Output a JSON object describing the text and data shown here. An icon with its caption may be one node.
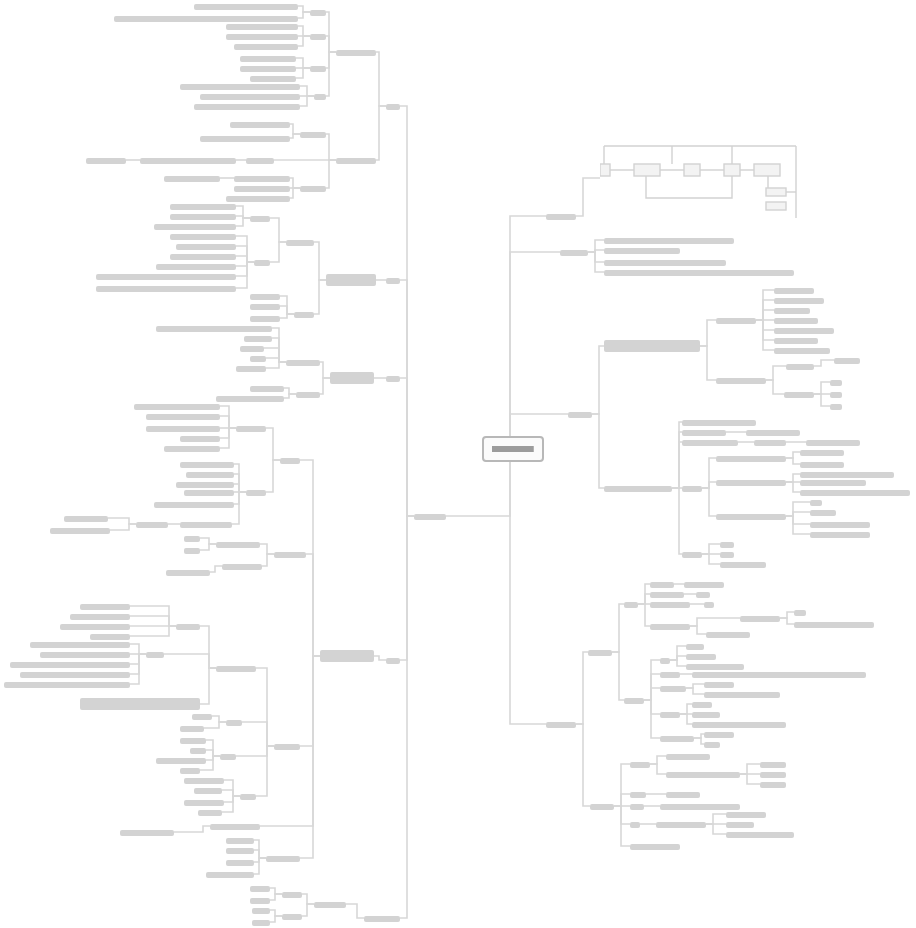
{
  "diagram": {
    "nodes": [
      {
        "text": [],
        "shape": "box"
      },
      {
        "text": [],
        "shape": "bar"
      },
      {
        "text": [],
        "shape": "picture"
      },
      {
        "text": [],
        "shape": "bar"
      },
      {
        "text": [],
        "shape": "bar"
      },
      {
        "text": [],
        "shape": "bar"
      },
      {
        "text": [],
        "shape": "bar"
      },
      {
        "text": [],
        "shape": "bar"
      },
      {
        "text": [],
        "shape": "bar"
      },
      {
        "text": [],
        "shape": "bar"
      },
      {
        "text": [],
        "shape": "bar"
      },
      {
        "text": [],
        "shape": "bar"
      },
      {
        "text": [],
        "shape": "bar"
      },
      {
        "text": [],
        "shape": "bar"
      },
      {
        "text": [],
        "shape": "bar"
      },
      {
        "text": [],
        "shape": "bar"
      },
      {
        "text": [],
        "shape": "bar"
      },
      {
        "text": [],
        "shape": "bar"
      },
      {
        "text": [],
        "shape": "bar"
      },
      {
        "text": [],
        "shape": "bar"
      },
      {
        "text": [],
        "shape": "bar"
      },
      {
        "text": [],
        "shape": "bar"
      },
      {
        "text": [],
        "shape": "bar"
      },
      {
        "text": [],
        "shape": "bar"
      },
      {
        "text": [],
        "shape": "bar"
      },
      {
        "text": [],
        "shape": "bar"
      },
      {
        "text": [],
        "shape": "bar"
      },
      {
        "text": [],
        "shape": "bar"
      },
      {
        "text": [],
        "shape": "bar"
      },
      {
        "text": [],
        "shape": "bar"
      },
      {
        "text": [],
        "shape": "bar"
      },
      {
        "text": [],
        "shape": "bar"
      },
      {
        "text": [],
        "shape": "bar"
      },
      {
        "text": [],
        "shape": "bar"
      },
      {
        "text": [],
        "shape": "bar"
      },
      {
        "text": [],
        "shape": "bar"
      },
      {
        "text": [],
        "shape": "bar"
      },
      {
        "text": [],
        "shape": "bar"
      },
      {
        "text": [],
        "shape": "bar"
      },
      {
        "text": [],
        "shape": "bar"
      },
      {
        "text": [],
        "shape": "bar"
      },
      {
        "text": [],
        "shape": "bar"
      },
      {
        "text": [],
        "shape": "bar"
      },
      {
        "text": [],
        "shape": "bar"
      },
      {
        "text": [],
        "shape": "bar"
      },
      {
        "text": [],
        "shape": "bar"
      },
      {
        "text": [],
        "shape": "bar"
      },
      {
        "text": [],
        "shape": "bar"
      },
      {
        "text": [],
        "shape": "bar"
      },
      {
        "text": [],
        "shape": "bar"
      },
      {
        "text": [],
        "shape": "bar"
      },
      {
        "text": [],
        "shape": "bar"
      },
      {
        "text": [],
        "shape": "bar"
      },
      {
        "text": [],
        "shape": "bar"
      },
      {
        "text": [],
        "shape": "bar"
      },
      {
        "text": [],
        "shape": "bar"
      },
      {
        "text": [],
        "shape": "bar"
      },
      {
        "text": [],
        "shape": "bar"
      },
      {
        "text": [],
        "shape": "bar"
      },
      {
        "text": [],
        "shape": "bar"
      },
      {
        "text": [],
        "shape": "bar"
      },
      {
        "text": [],
        "shape": "bar"
      },
      {
        "text": [],
        "shape": "bar"
      },
      {
        "text": [],
        "shape": "bar"
      },
      {
        "text": [],
        "shape": "bar"
      },
      {
        "text": [],
        "shape": "bar"
      },
      {
        "text": [],
        "shape": "bar"
      },
      {
        "text": [],
        "shape": "bar"
      },
      {
        "text": [],
        "shape": "bar"
      },
      {
        "text": [],
        "shape": "bar"
      },
      {
        "text": [],
        "shape": "bar"
      },
      {
        "text": [],
        "shape": "bar"
      },
      {
        "text": [],
        "shape": "bar"
      },
      {
        "text": [],
        "shape": "bar"
      },
      {
        "text": [],
        "shape": "bar"
      },
      {
        "text": [],
        "shape": "bar"
      },
      {
        "text": [],
        "shape": "bar"
      },
      {
        "text": [],
        "shape": "bar"
      },
      {
        "text": [],
        "shape": "bar"
      },
      {
        "text": [],
        "shape": "bar"
      },
      {
        "text": [],
        "shape": "bar"
      },
      {
        "text": [],
        "shape": "bar"
      },
      {
        "text": [],
        "shape": "bar"
      },
      {
        "text": [],
        "shape": "bar"
      },
      {
        "text": [],
        "shape": "bar"
      },
      {
        "text": [],
        "shape": "bar"
      },
      {
        "text": [],
        "shape": "bar"
      },
      {
        "text": [],
        "shape": "bar"
      },
      {
        "text": [],
        "shape": "bar"
      },
      {
        "text": [],
        "shape": "bar"
      },
      {
        "text": [],
        "shape": "bar"
      },
      {
        "text": [],
        "shape": "bar"
      },
      {
        "text": [],
        "shape": "bar"
      },
      {
        "text": [],
        "shape": "bar"
      },
      {
        "text": [],
        "shape": "bar"
      },
      {
        "text": [],
        "shape": "bar"
      },
      {
        "text": [],
        "shape": "bar"
      },
      {
        "text": [],
        "shape": "bar"
      },
      {
        "text": [],
        "shape": "bar"
      },
      {
        "text": [],
        "shape": "bar"
      },
      {
        "text": [],
        "shape": "bar"
      },
      {
        "text": [],
        "shape": "bar"
      },
      {
        "text": [],
        "shape": "bar"
      },
      {
        "text": [],
        "shape": "bar"
      },
      {
        "text": [],
        "shape": "bar"
      },
      {
        "text": [],
        "shape": "bar"
      },
      {
        "text": [],
        "shape": "bar"
      },
      {
        "text": [],
        "shape": "bar"
      },
      {
        "text": [],
        "shape": "bar"
      },
      {
        "text": [],
        "shape": "bar"
      },
      {
        "text": [],
        "shape": "bar"
      },
      {
        "text": [],
        "shape": "bar"
      },
      {
        "text": [],
        "shape": "bar"
      },
      {
        "text": [],
        "shape": "bar"
      },
      {
        "text": [],
        "shape": "bar"
      },
      {
        "text": [],
        "shape": "bar"
      },
      {
        "text": [],
        "shape": "bar"
      },
      {
        "text": [],
        "shape": "bar"
      },
      {
        "text": [],
        "shape": "bar"
      },
      {
        "text": [],
        "shape": "bar"
      },
      {
        "text": [],
        "shape": "bar"
      },
      {
        "text": [],
        "shape": "bar"
      },
      {
        "text": [],
        "shape": "bar"
      },
      {
        "text": [],
        "shape": "bar"
      },
      {
        "text": [],
        "shape": "bar"
      },
      {
        "text": [],
        "shape": "bar"
      },
      {
        "text": [],
        "shape": "bar"
      },
      {
        "text": [],
        "shape": "bar"
      },
      {
        "text": [],
        "shape": "bar"
      },
      {
        "text": [],
        "shape": "bar"
      },
      {
        "text": [],
        "shape": "bar"
      },
      {
        "text": [],
        "shape": "bar"
      },
      {
        "text": [],
        "shape": "bar"
      },
      {
        "text": [],
        "shape": "bar"
      },
      {
        "text": [],
        "shape": "bar"
      },
      {
        "text": [],
        "shape": "bar"
      },
      {
        "text": [],
        "shape": "bar"
      },
      {
        "text": [],
        "shape": "bar"
      },
      {
        "text": [],
        "shape": "bar"
      },
      {
        "text": [],
        "shape": "bar"
      },
      {
        "text": [],
        "shape": "bar"
      },
      {
        "text": [],
        "shape": "bar"
      },
      {
        "text": [],
        "shape": "bar"
      },
      {
        "text": [],
        "shape": "bar"
      },
      {
        "text": [],
        "shape": "bar"
      },
      {
        "text": [],
        "shape": "bar"
      },
      {
        "text": [],
        "shape": "bar"
      },
      {
        "text": [],
        "shape": "bar"
      },
      {
        "text": [],
        "shape": "bar"
      },
      {
        "text": [],
        "shape": "bar"
      },
      {
        "text": [],
        "shape": "bar"
      },
      {
        "text": [],
        "shape": "bar"
      },
      {
        "text": [],
        "shape": "bar"
      },
      {
        "text": [],
        "shape": "bar"
      },
      {
        "text": [],
        "shape": "bar"
      },
      {
        "text": [],
        "shape": "bar"
      },
      {
        "text": [],
        "shape": "bar"
      },
      {
        "text": [],
        "shape": "bar"
      },
      {
        "text": [],
        "shape": "bar"
      },
      {
        "text": [],
        "shape": "bar"
      },
      {
        "text": [],
        "shape": "bar"
      },
      {
        "text": [],
        "shape": "bar"
      },
      {
        "text": [],
        "shape": "bar"
      },
      {
        "text": [],
        "shape": "bar"
      },
      {
        "text": [],
        "shape": "bar"
      },
      {
        "text": [],
        "shape": "bar"
      },
      {
        "text": [],
        "shape": "bar"
      },
      {
        "text": [],
        "shape": "bar"
      },
      {
        "text": [],
        "shape": "bar"
      },
      {
        "text": [],
        "shape": "bar"
      },
      {
        "text": [],
        "shape": "bar"
      },
      {
        "text": [],
        "shape": "bar"
      },
      {
        "text": [],
        "shape": "bar"
      },
      {
        "text": [],
        "shape": "bar"
      },
      {
        "text": [],
        "shape": "bar"
      },
      {
        "text": [],
        "shape": "bar"
      },
      {
        "text": [],
        "shape": "bar"
      },
      {
        "text": [],
        "shape": "bar"
      },
      {
        "text": [],
        "shape": "bar"
      },
      {
        "text": [],
        "shape": "bar"
      },
      {
        "text": [],
        "shape": "bar"
      },
      {
        "text": [],
        "shape": "bar"
      },
      {
        "text": [],
        "shape": "bar"
      },
      {
        "text": [],
        "shape": "bar"
      },
      {
        "text": [],
        "shape": "bar"
      },
      {
        "text": [],
        "shape": "bar"
      },
      {
        "text": [],
        "shape": "bar"
      },
      {
        "text": [],
        "shape": "bar"
      },
      {
        "text": [],
        "shape": "bar"
      },
      {
        "text": [],
        "shape": "bar"
      },
      {
        "text": [],
        "shape": "bar"
      },
      {
        "text": [],
        "shape": "bar"
      },
      {
        "text": [],
        "shape": "bar"
      },
      {
        "text": [],
        "shape": "bar"
      },
      {
        "text": [],
        "shape": "bar"
      },
      {
        "text": [],
        "shape": "bar"
      },
      {
        "text": [],
        "shape": "bar"
      },
      {
        "text": [],
        "shape": "bar"
      },
      {
        "text": [],
        "shape": "bar"
      },
      {
        "text": [],
        "shape": "bar"
      },
      {
        "text": [],
        "shape": "bar"
      },
      {
        "text": [],
        "shape": "bar"
      },
      {
        "text": [],
        "shape": "bar"
      },
      {
        "text": [],
        "shape": "bar"
      },
      {
        "text": [],
        "shape": "bar"
      },
      {
        "text": [],
        "shape": "bar"
      },
      {
        "text": [],
        "shape": "bar"
      },
      {
        "text": [],
        "shape": "bar"
      },
      {
        "text": [],
        "shape": "bar"
      },
      {
        "text": [],
        "shape": "bar"
      },
      {
        "text": [],
        "shape": "bar"
      },
      {
        "text": [],
        "shape": "bar"
      },
      {
        "text": [],
        "shape": "bar"
      },
      {
        "text": [],
        "shape": "bar"
      },
      {
        "text": [],
        "shape": "bar"
      },
      {
        "text": [],
        "shape": "bar"
      },
      {
        "text": [],
        "shape": "bar"
      },
      {
        "text": [],
        "shape": "bar"
      },
      {
        "text": [],
        "shape": "bar"
      },
      {
        "text": [],
        "shape": "bar"
      },
      {
        "text": [],
        "shape": "bar"
      },
      {
        "text": [],
        "shape": "bar"
      },
      {
        "text": [],
        "shape": "bar"
      }
    ],
    "edges": [
      {
        "from": 0,
        "to": 1,
        "arrow": "none"
      },
      {
        "from": 1,
        "to": 2,
        "arrow": "none"
      },
      {
        "from": 0,
        "to": 3,
        "arrow": "none"
      },
      {
        "from": 3,
        "to": 4,
        "arrow": "none"
      },
      {
        "from": 3,
        "to": 5,
        "arrow": "none"
      },
      {
        "from": 3,
        "to": 6,
        "arrow": "none"
      },
      {
        "from": 3,
        "to": 7,
        "arrow": "none"
      },
      {
        "from": 0,
        "to": 8,
        "arrow": "none"
      },
      {
        "from": 8,
        "to": 9,
        "arrow": "none"
      },
      {
        "from": 9,
        "to": 10,
        "arrow": "none"
      },
      {
        "from": 10,
        "to": 11,
        "arrow": "none"
      },
      {
        "from": 10,
        "to": 12,
        "arrow": "none"
      },
      {
        "from": 10,
        "to": 13,
        "arrow": "none"
      },
      {
        "from": 10,
        "to": 14,
        "arrow": "none"
      },
      {
        "from": 10,
        "to": 15,
        "arrow": "none"
      },
      {
        "from": 10,
        "to": 16,
        "arrow": "none"
      },
      {
        "from": 10,
        "to": 17,
        "arrow": "none"
      },
      {
        "from": 9,
        "to": 18,
        "arrow": "none"
      },
      {
        "from": 18,
        "to": 19,
        "arrow": "none"
      },
      {
        "from": 19,
        "to": 20,
        "arrow": "none"
      },
      {
        "from": 18,
        "to": 21,
        "arrow": "none"
      },
      {
        "from": 21,
        "to": 22,
        "arrow": "none"
      },
      {
        "from": 21,
        "to": 23,
        "arrow": "none"
      },
      {
        "from": 21,
        "to": 24,
        "arrow": "none"
      },
      {
        "from": 8,
        "to": 25,
        "arrow": "none"
      },
      {
        "from": 25,
        "to": 26,
        "arrow": "none"
      },
      {
        "from": 25,
        "to": 27,
        "arrow": "none"
      },
      {
        "from": 27,
        "to": 28,
        "arrow": "none"
      },
      {
        "from": 25,
        "to": 29,
        "arrow": "none"
      },
      {
        "from": 29,
        "to": 30,
        "arrow": "none"
      },
      {
        "from": 30,
        "to": 31,
        "arrow": "none"
      },
      {
        "from": 25,
        "to": 32,
        "arrow": "none"
      },
      {
        "from": 32,
        "to": 33,
        "arrow": "none"
      },
      {
        "from": 33,
        "to": 34,
        "arrow": "none"
      },
      {
        "from": 33,
        "to": 35,
        "arrow": "none"
      },
      {
        "from": 32,
        "to": 36,
        "arrow": "none"
      },
      {
        "from": 36,
        "to": 37,
        "arrow": "none"
      },
      {
        "from": 36,
        "to": 38,
        "arrow": "none"
      },
      {
        "from": 36,
        "to": 39,
        "arrow": "none"
      },
      {
        "from": 32,
        "to": 40,
        "arrow": "none"
      },
      {
        "from": 40,
        "to": 41,
        "arrow": "none"
      },
      {
        "from": 40,
        "to": 42,
        "arrow": "none"
      },
      {
        "from": 40,
        "to": 43,
        "arrow": "none"
      },
      {
        "from": 40,
        "to": 44,
        "arrow": "none"
      },
      {
        "from": 25,
        "to": 45,
        "arrow": "none"
      },
      {
        "from": 45,
        "to": 46,
        "arrow": "none"
      },
      {
        "from": 45,
        "to": 47,
        "arrow": "none"
      },
      {
        "from": 45,
        "to": 48,
        "arrow": "none"
      },
      {
        "from": 0,
        "to": 49,
        "arrow": "none"
      },
      {
        "from": 49,
        "to": 50,
        "arrow": "none"
      },
      {
        "from": 50,
        "to": 51,
        "arrow": "none"
      },
      {
        "from": 51,
        "to": 52,
        "arrow": "none"
      },
      {
        "from": 52,
        "to": 53,
        "arrow": "none"
      },
      {
        "from": 51,
        "to": 54,
        "arrow": "none"
      },
      {
        "from": 54,
        "to": 55,
        "arrow": "none"
      },
      {
        "from": 51,
        "to": 56,
        "arrow": "none"
      },
      {
        "from": 56,
        "to": 57,
        "arrow": "none"
      },
      {
        "from": 51,
        "to": 58,
        "arrow": "none"
      },
      {
        "from": 58,
        "to": 59,
        "arrow": "none"
      },
      {
        "from": 59,
        "to": 60,
        "arrow": "none"
      },
      {
        "from": 59,
        "to": 61,
        "arrow": "none"
      },
      {
        "from": 58,
        "to": 62,
        "arrow": "none"
      },
      {
        "from": 50,
        "to": 63,
        "arrow": "none"
      },
      {
        "from": 63,
        "to": 64,
        "arrow": "none"
      },
      {
        "from": 64,
        "to": 65,
        "arrow": "none"
      },
      {
        "from": 64,
        "to": 66,
        "arrow": "none"
      },
      {
        "from": 64,
        "to": 67,
        "arrow": "none"
      },
      {
        "from": 63,
        "to": 68,
        "arrow": "none"
      },
      {
        "from": 68,
        "to": 69,
        "arrow": "none"
      },
      {
        "from": 63,
        "to": 70,
        "arrow": "none"
      },
      {
        "from": 70,
        "to": 71,
        "arrow": "none"
      },
      {
        "from": 70,
        "to": 72,
        "arrow": "none"
      },
      {
        "from": 63,
        "to": 73,
        "arrow": "none"
      },
      {
        "from": 73,
        "to": 74,
        "arrow": "none"
      },
      {
        "from": 73,
        "to": 75,
        "arrow": "none"
      },
      {
        "from": 73,
        "to": 76,
        "arrow": "none"
      },
      {
        "from": 63,
        "to": 77,
        "arrow": "none"
      },
      {
        "from": 77,
        "to": 78,
        "arrow": "none"
      },
      {
        "from": 77,
        "to": 79,
        "arrow": "none"
      },
      {
        "from": 49,
        "to": 80,
        "arrow": "none"
      },
      {
        "from": 80,
        "to": 81,
        "arrow": "none"
      },
      {
        "from": 81,
        "to": 82,
        "arrow": "none"
      },
      {
        "from": 81,
        "to": 83,
        "arrow": "none"
      },
      {
        "from": 83,
        "to": 84,
        "arrow": "none"
      },
      {
        "from": 83,
        "to": 85,
        "arrow": "none"
      },
      {
        "from": 83,
        "to": 86,
        "arrow": "none"
      },
      {
        "from": 80,
        "to": 87,
        "arrow": "none"
      },
      {
        "from": 87,
        "to": 88,
        "arrow": "none"
      },
      {
        "from": 80,
        "to": 89,
        "arrow": "none"
      },
      {
        "from": 89,
        "to": 90,
        "arrow": "none"
      },
      {
        "from": 80,
        "to": 91,
        "arrow": "none"
      },
      {
        "from": 91,
        "to": 92,
        "arrow": "none"
      },
      {
        "from": 92,
        "to": 93,
        "arrow": "none"
      },
      {
        "from": 92,
        "to": 94,
        "arrow": "none"
      },
      {
        "from": 92,
        "to": 95,
        "arrow": "none"
      },
      {
        "from": 80,
        "to": 96,
        "arrow": "none"
      },
      {
        "from": 0,
        "to": 97,
        "arrow": "none"
      },
      {
        "from": 97,
        "to": 98,
        "arrow": "none"
      },
      {
        "from": 98,
        "to": 99,
        "arrow": "none"
      },
      {
        "from": 99,
        "to": 100,
        "arrow": "none"
      },
      {
        "from": 100,
        "to": 101,
        "arrow": "none"
      },
      {
        "from": 100,
        "to": 102,
        "arrow": "none"
      },
      {
        "from": 99,
        "to": 103,
        "arrow": "none"
      },
      {
        "from": 103,
        "to": 104,
        "arrow": "none"
      },
      {
        "from": 103,
        "to": 105,
        "arrow": "none"
      },
      {
        "from": 103,
        "to": 106,
        "arrow": "none"
      },
      {
        "from": 99,
        "to": 107,
        "arrow": "none"
      },
      {
        "from": 107,
        "to": 108,
        "arrow": "none"
      },
      {
        "from": 107,
        "to": 109,
        "arrow": "none"
      },
      {
        "from": 107,
        "to": 110,
        "arrow": "none"
      },
      {
        "from": 99,
        "to": 111,
        "arrow": "none"
      },
      {
        "from": 111,
        "to": 112,
        "arrow": "none"
      },
      {
        "from": 111,
        "to": 113,
        "arrow": "none"
      },
      {
        "from": 111,
        "to": 114,
        "arrow": "none"
      },
      {
        "from": 98,
        "to": 115,
        "arrow": "none"
      },
      {
        "from": 115,
        "to": 116,
        "arrow": "none"
      },
      {
        "from": 116,
        "to": 117,
        "arrow": "none"
      },
      {
        "from": 116,
        "to": 118,
        "arrow": "none"
      },
      {
        "from": 115,
        "to": 119,
        "arrow": "none"
      },
      {
        "from": 119,
        "to": 120,
        "arrow": "none"
      },
      {
        "from": 120,
        "to": 121,
        "arrow": "none"
      },
      {
        "from": 115,
        "to": 122,
        "arrow": "none"
      },
      {
        "from": 122,
        "to": 123,
        "arrow": "none"
      },
      {
        "from": 122,
        "to": 124,
        "arrow": "none"
      },
      {
        "from": 122,
        "to": 125,
        "arrow": "none"
      },
      {
        "from": 123,
        "to": 126,
        "arrow": "none"
      },
      {
        "from": 97,
        "to": 127,
        "arrow": "none"
      },
      {
        "from": 127,
        "to": 128,
        "arrow": "none"
      },
      {
        "from": 128,
        "to": 129,
        "arrow": "none"
      },
      {
        "from": 129,
        "to": 130,
        "arrow": "none"
      },
      {
        "from": 130,
        "to": 131,
        "arrow": "none"
      },
      {
        "from": 130,
        "to": 132,
        "arrow": "none"
      },
      {
        "from": 130,
        "to": 133,
        "arrow": "none"
      },
      {
        "from": 129,
        "to": 134,
        "arrow": "none"
      },
      {
        "from": 134,
        "to": 135,
        "arrow": "none"
      },
      {
        "from": 134,
        "to": 136,
        "arrow": "none"
      },
      {
        "from": 134,
        "to": 137,
        "arrow": "none"
      },
      {
        "from": 134,
        "to": 138,
        "arrow": "none"
      },
      {
        "from": 134,
        "to": 139,
        "arrow": "none"
      },
      {
        "from": 134,
        "to": 140,
        "arrow": "none"
      },
      {
        "from": 128,
        "to": 141,
        "arrow": "none"
      },
      {
        "from": 141,
        "to": 142,
        "arrow": "none"
      },
      {
        "from": 141,
        "to": 143,
        "arrow": "none"
      },
      {
        "from": 141,
        "to": 144,
        "arrow": "none"
      },
      {
        "from": 97,
        "to": 145,
        "arrow": "none"
      },
      {
        "from": 145,
        "to": 146,
        "arrow": "none"
      },
      {
        "from": 146,
        "to": 147,
        "arrow": "none"
      },
      {
        "from": 147,
        "to": 148,
        "arrow": "none"
      },
      {
        "from": 147,
        "to": 149,
        "arrow": "none"
      },
      {
        "from": 147,
        "to": 150,
        "arrow": "none"
      },
      {
        "from": 147,
        "to": 151,
        "arrow": "none"
      },
      {
        "from": 147,
        "to": 152,
        "arrow": "none"
      },
      {
        "from": 146,
        "to": 153,
        "arrow": "none"
      },
      {
        "from": 153,
        "to": 154,
        "arrow": "none"
      },
      {
        "from": 153,
        "to": 155,
        "arrow": "none"
      },
      {
        "from": 97,
        "to": 156,
        "arrow": "none"
      },
      {
        "from": 156,
        "to": 157,
        "arrow": "none"
      },
      {
        "from": 157,
        "to": 158,
        "arrow": "none"
      },
      {
        "from": 158,
        "to": 159,
        "arrow": "none"
      },
      {
        "from": 159,
        "to": 160,
        "arrow": "none"
      },
      {
        "from": 159,
        "to": 161,
        "arrow": "none"
      },
      {
        "from": 159,
        "to": 162,
        "arrow": "none"
      },
      {
        "from": 159,
        "to": 163,
        "arrow": "none"
      },
      {
        "from": 159,
        "to": 164,
        "arrow": "none"
      },
      {
        "from": 158,
        "to": 165,
        "arrow": "none"
      },
      {
        "from": 165,
        "to": 166,
        "arrow": "none"
      },
      {
        "from": 165,
        "to": 167,
        "arrow": "none"
      },
      {
        "from": 165,
        "to": 168,
        "arrow": "none"
      },
      {
        "from": 165,
        "to": 169,
        "arrow": "none"
      },
      {
        "from": 165,
        "to": 170,
        "arrow": "none"
      },
      {
        "from": 165,
        "to": 171,
        "arrow": "none"
      },
      {
        "from": 171,
        "to": 172,
        "arrow": "none"
      },
      {
        "from": 172,
        "to": 173,
        "arrow": "none"
      },
      {
        "from": 172,
        "to": 174,
        "arrow": "none"
      },
      {
        "from": 157,
        "to": 175,
        "arrow": "none"
      },
      {
        "from": 175,
        "to": 176,
        "arrow": "none"
      },
      {
        "from": 176,
        "to": 177,
        "arrow": "none"
      },
      {
        "from": 176,
        "to": 178,
        "arrow": "none"
      },
      {
        "from": 175,
        "to": 179,
        "arrow": "none"
      },
      {
        "from": 179,
        "to": 180,
        "arrow": "none"
      },
      {
        "from": 157,
        "to": 181,
        "arrow": "none"
      },
      {
        "from": 181,
        "to": 182,
        "arrow": "none"
      },
      {
        "from": 182,
        "to": 183,
        "arrow": "none"
      },
      {
        "from": 183,
        "to": 184,
        "arrow": "none"
      },
      {
        "from": 183,
        "to": 185,
        "arrow": "none"
      },
      {
        "from": 183,
        "to": 186,
        "arrow": "none"
      },
      {
        "from": 183,
        "to": 187,
        "arrow": "none"
      },
      {
        "from": 182,
        "to": 188,
        "arrow": "none"
      },
      {
        "from": 188,
        "to": 189,
        "arrow": "none"
      },
      {
        "from": 188,
        "to": 190,
        "arrow": "none"
      },
      {
        "from": 188,
        "to": 191,
        "arrow": "none"
      },
      {
        "from": 188,
        "to": 192,
        "arrow": "none"
      },
      {
        "from": 188,
        "to": 193,
        "arrow": "none"
      },
      {
        "from": 182,
        "to": 194,
        "arrow": "none"
      },
      {
        "from": 181,
        "to": 195,
        "arrow": "none"
      },
      {
        "from": 195,
        "to": 196,
        "arrow": "none"
      },
      {
        "from": 195,
        "to": 197,
        "arrow": "none"
      },
      {
        "from": 181,
        "to": 198,
        "arrow": "none"
      },
      {
        "from": 198,
        "to": 199,
        "arrow": "none"
      },
      {
        "from": 198,
        "to": 200,
        "arrow": "none"
      },
      {
        "from": 198,
        "to": 201,
        "arrow": "none"
      },
      {
        "from": 198,
        "to": 202,
        "arrow": "none"
      },
      {
        "from": 181,
        "to": 203,
        "arrow": "none"
      },
      {
        "from": 203,
        "to": 204,
        "arrow": "none"
      },
      {
        "from": 203,
        "to": 205,
        "arrow": "none"
      },
      {
        "from": 203,
        "to": 206,
        "arrow": "none"
      },
      {
        "from": 203,
        "to": 207,
        "arrow": "none"
      },
      {
        "from": 157,
        "to": 208,
        "arrow": "none"
      },
      {
        "from": 208,
        "to": 209,
        "arrow": "none"
      },
      {
        "from": 157,
        "to": 210,
        "arrow": "none"
      },
      {
        "from": 210,
        "to": 211,
        "arrow": "none"
      },
      {
        "from": 210,
        "to": 212,
        "arrow": "none"
      },
      {
        "from": 210,
        "to": 213,
        "arrow": "none"
      },
      {
        "from": 210,
        "to": 214,
        "arrow": "none"
      },
      {
        "from": 97,
        "to": 215,
        "arrow": "none"
      },
      {
        "from": 215,
        "to": 216,
        "arrow": "none"
      },
      {
        "from": 216,
        "to": 217,
        "arrow": "none"
      },
      {
        "from": 217,
        "to": 218,
        "arrow": "none"
      },
      {
        "from": 217,
        "to": 219,
        "arrow": "none"
      },
      {
        "from": 216,
        "to": 220,
        "arrow": "none"
      },
      {
        "from": 220,
        "to": 221,
        "arrow": "none"
      },
      {
        "from": 220,
        "to": 222,
        "arrow": "none"
      }
    ]
  }
}
